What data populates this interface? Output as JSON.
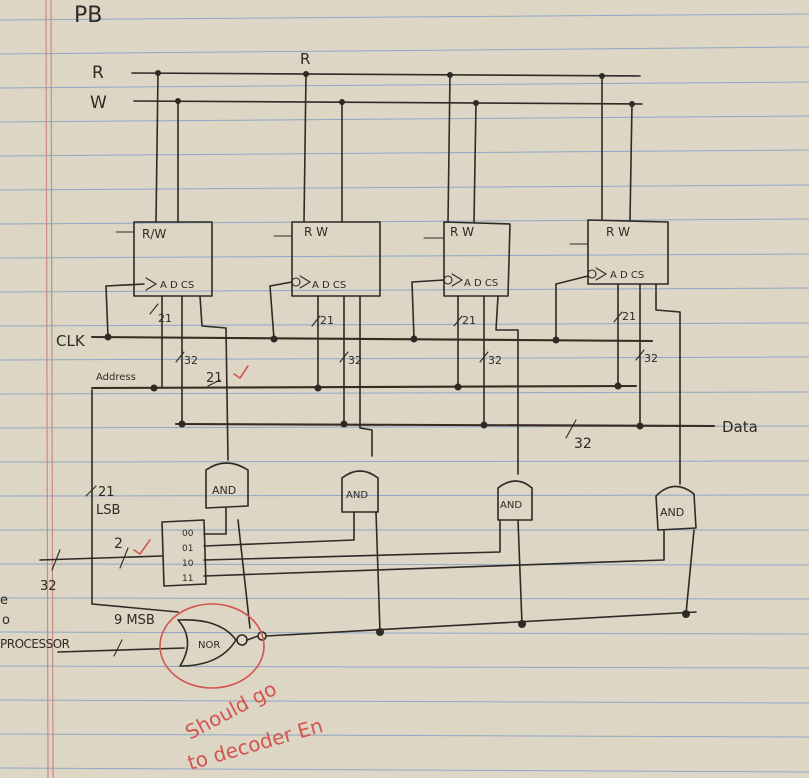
{
  "page_corner_label": "PB",
  "control_lines": {
    "read": "R",
    "write": "W",
    "read_top": "R"
  },
  "modules": [
    {
      "control": "R/W",
      "ports": "A D CS"
    },
    {
      "control": "R W",
      "ports": "A D CS"
    },
    {
      "control": "R W",
      "ports": "A D CS"
    },
    {
      "control": "R W",
      "ports": "A D CS"
    }
  ],
  "bus_widths": {
    "address": "21",
    "data": "32"
  },
  "signals": {
    "clock": "CLK",
    "address": "Address",
    "data": "Data"
  },
  "gates": [
    "AND",
    "AND",
    "AND",
    "AND"
  ],
  "decoder_outputs": [
    "00",
    "01",
    "10",
    "11"
  ],
  "lower_labels": {
    "address_21": "21",
    "lsb": "LSB",
    "decoder_in": "2",
    "cpu_bus": "32",
    "msb": "9 MSB",
    "nor": "NOR",
    "processor": "PROCESSOR",
    "addr_21_mid": "21"
  },
  "margin_fragments": [
    "e",
    "o"
  ],
  "annotation": [
    "Should go",
    "to decoder En"
  ],
  "colors": {
    "paper": "#ddd6c4",
    "ink": "#2e2a26",
    "red_pen": "#d2554f",
    "ruling": "#8fa6c4"
  }
}
